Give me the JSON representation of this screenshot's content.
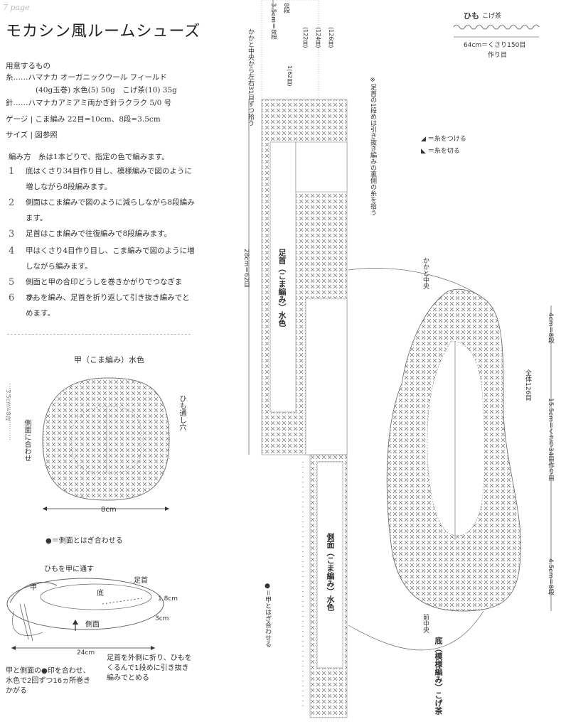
{
  "page_label": "7 page",
  "title": "モカシン風ルームシューズ",
  "materials": {
    "heading": "用意するもの",
    "yarn_line1": "糸……ハマナカ オーガニックウール フィールド",
    "yarn_line2": "(40g玉巻) 水色(5) 50g　こげ茶(10) 35g",
    "hook_line": "針……ハマナカアミアミ両かぎ針ラクラク 5/0 号",
    "gauge_line": "ゲージ | こま編み 22目=10cm、8段=3.5cm",
    "size_line": "サイズ | 図参照"
  },
  "method": {
    "heading": "編み方　糸は1本どりで、指定の色で編みます。",
    "steps": [
      {
        "num": "1",
        "text": "底はくさり34目作り目し、模様編みで図のように増しながら8段編みます。"
      },
      {
        "num": "2",
        "text": "側面はこま編みで図のように減らしながら8段編みます。"
      },
      {
        "num": "3",
        "text": "足首はこま編みで往復編みで8段編みます。"
      },
      {
        "num": "4",
        "text": "甲はくさり4目作り目し、こま編みで図のように増しながら編みます。"
      },
      {
        "num": "5",
        "text": "側面と甲の合印どうしを巻きかがりでつなぎます。"
      },
      {
        "num": "6",
        "text": "ひもを編み、足首を折り返して引き抜き編みでとめます。"
      }
    ]
  },
  "kou": {
    "title": "甲（こま編み）水色",
    "width": "8cm",
    "height_label": "3.5cm=8段",
    "side_label": "側面に合わせ",
    "string_label": "ひも通し穴",
    "legend": "●＝側面とはぎ合わせる"
  },
  "assembly": {
    "label_string": "ひもを甲に通す",
    "label_kou": "甲",
    "label_ankle": "足首",
    "label_bottom": "底",
    "label_side": "側面",
    "dim_18": "1.8cm",
    "dim_3": "3cm",
    "dim_24": "24cm",
    "note_left": "甲と側面の●印を合わせ、水色で2回ずつ16ヵ所巻きかがる",
    "note_right": "足首を外側に折り、ひもをくるんで1段めに引き抜き編みでとめる"
  },
  "himo": {
    "title": "ひも",
    "color": "こげ茶",
    "dim": "64cm＝くさり150目",
    "note": "作り目"
  },
  "legend_symbols": {
    "attach": "＝糸をつける",
    "cut": "＝糸を切る"
  },
  "middle": {
    "pickup": "かかと中央から左右31目ずつ拾う",
    "ankle_label": "足首（こま編み）水色",
    "side_label": "側面（こま編み）水色",
    "dim_28": "28cm＝62目",
    "dim_35": "3.5cm＝8段",
    "row8": "8段",
    "sts_122": "(122目)",
    "sts_124": "(124目)",
    "sts_126": "(126目)",
    "row_1_62": "1(62目)",
    "note_ankle": "※足首の1段めは引き抜き編みの裏側の糸を拾う",
    "join_note": "●＝甲とはぎ合わせる"
  },
  "sole": {
    "heel_center": "かかと中央",
    "toe_center": "前中央",
    "total": "全体126目",
    "label": "底（模様編み）こげ茶",
    "dim_4": "4cm＝8段",
    "dim_15": "15.5cm＝くさり34目作り目",
    "dim_45": "4.5cm＝8段"
  }
}
